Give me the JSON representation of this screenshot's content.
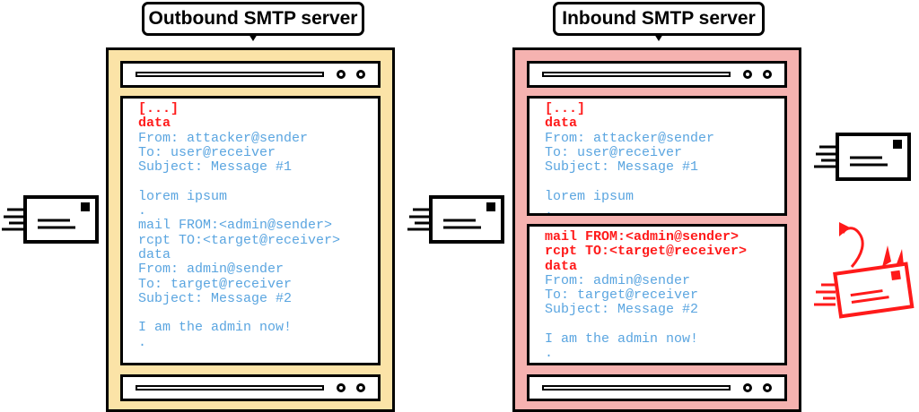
{
  "outbound": {
    "label": "Outbound SMTP server",
    "lines": [
      {
        "text": "[...]",
        "kind": "red"
      },
      {
        "text": "data",
        "kind": "red"
      },
      {
        "text": "From: attacker@sender",
        "kind": "blue"
      },
      {
        "text": "To: user@receiver",
        "kind": "blue"
      },
      {
        "text": "Subject: Message #1",
        "kind": "blue"
      },
      {
        "text": "",
        "kind": "blank"
      },
      {
        "text": "lorem ipsum",
        "kind": "blue"
      },
      {
        "text": ".",
        "kind": "blue"
      },
      {
        "text": "mail FROM:<admin@sender>",
        "kind": "blue"
      },
      {
        "text": "rcpt TO:<target@receiver>",
        "kind": "blue"
      },
      {
        "text": "data",
        "kind": "blue"
      },
      {
        "text": "From: admin@sender",
        "kind": "blue"
      },
      {
        "text": "To: target@receiver",
        "kind": "blue"
      },
      {
        "text": "Subject: Message #2",
        "kind": "blue"
      },
      {
        "text": "",
        "kind": "blank"
      },
      {
        "text": "I am the admin now!",
        "kind": "blue"
      },
      {
        "text": ".",
        "kind": "blue"
      }
    ]
  },
  "inbound": {
    "label": "Inbound SMTP server",
    "message1": [
      {
        "text": "[...]",
        "kind": "red"
      },
      {
        "text": "data",
        "kind": "red"
      },
      {
        "text": "From: attacker@sender",
        "kind": "blue"
      },
      {
        "text": "To: user@receiver",
        "kind": "blue"
      },
      {
        "text": "Subject: Message #1",
        "kind": "blue"
      },
      {
        "text": "",
        "kind": "blank"
      },
      {
        "text": "lorem ipsum",
        "kind": "blue"
      },
      {
        "text": ".",
        "kind": "blue"
      }
    ],
    "message2": [
      {
        "text": "mail FROM:<admin@sender>",
        "kind": "red"
      },
      {
        "text": "rcpt TO:<target@receiver>",
        "kind": "red"
      },
      {
        "text": "data",
        "kind": "red"
      },
      {
        "text": "From: admin@sender",
        "kind": "blue"
      },
      {
        "text": "To: target@receiver",
        "kind": "blue"
      },
      {
        "text": "Subject: Message #2",
        "kind": "blue"
      },
      {
        "text": "",
        "kind": "blank"
      },
      {
        "text": "I am the admin now!",
        "kind": "blue"
      },
      {
        "text": ".",
        "kind": "blue"
      }
    ]
  },
  "icons": {
    "incoming": "envelope-icon",
    "transfer": "envelope-icon",
    "delivered": "envelope-icon",
    "smuggled": "smuggled-envelope-icon"
  },
  "colors": {
    "outbound_bg": "#fbe3a7",
    "inbound_bg": "#f5b2b0",
    "command_red": "#ff1a1a",
    "text_blue": "#5aa5e0"
  }
}
